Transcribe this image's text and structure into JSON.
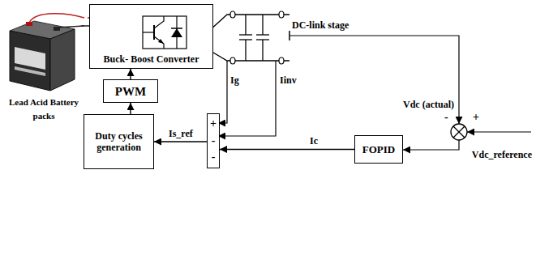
{
  "diagram": {
    "nodes": [
      {
        "text": [
          "Lead Acid Battery packs"
        ]
      },
      {
        "text": [
          "Buck- Boost Converter"
        ]
      },
      {
        "text": [
          "PWM"
        ]
      },
      {
        "text": [
          "Duty cycles generation"
        ]
      },
      {
        "text": [
          "+",
          "-",
          "-"
        ]
      },
      {
        "text": [
          "FOPID"
        ]
      }
    ],
    "edges": [
      {
        "from": 0,
        "to": 1,
        "arrow": "none"
      },
      {
        "from": 2,
        "to": 1,
        "arrow": "to"
      },
      {
        "from": 3,
        "to": 2,
        "arrow": "to"
      },
      {
        "from": 4,
        "to": 3,
        "label": "Is_ref",
        "arrow": "to"
      },
      {
        "from": 5,
        "to": 4,
        "label": "Ic",
        "arrow": "to"
      }
    ],
    "labels": [
      "DC-link stage",
      "Ig",
      "Iinv",
      "Vdc (actual)",
      "-",
      "+",
      "Vdc_reference"
    ]
  }
}
